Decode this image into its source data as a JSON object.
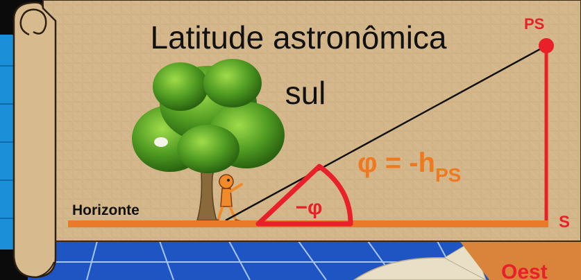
{
  "slide": {
    "title_line1": "Latitude astronômica",
    "title_line2": "sul",
    "horizon_label": "Horizonte",
    "pole_label": "PS",
    "south_label": "S",
    "angle_label": "−φ",
    "formula": {
      "main": "φ = -h",
      "subscript": "PS"
    },
    "corner_text": "Oest"
  },
  "colors": {
    "accent_red": "#e8202a",
    "accent_orange": "#f0781e",
    "parchment": "#d2b58a",
    "background_blue": "#1d4fb8",
    "horizon_bar": "#e87a2a"
  },
  "icons": {
    "tree": "tree-illustration",
    "observer": "cartoon-observer"
  }
}
